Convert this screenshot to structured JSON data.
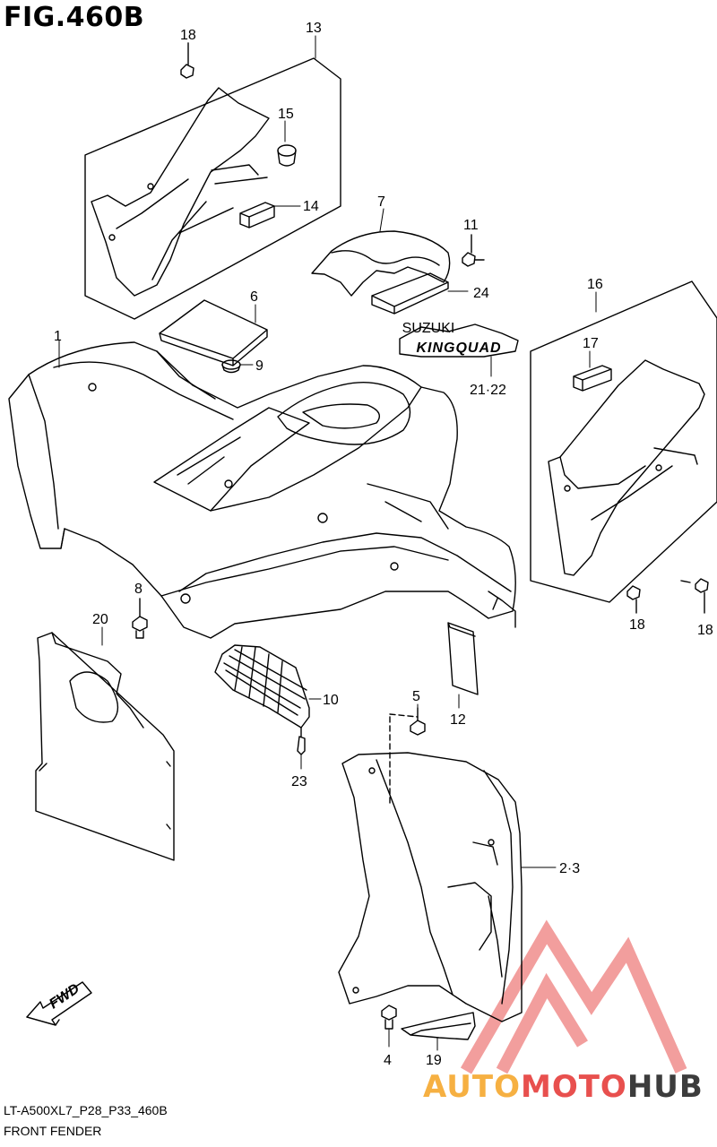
{
  "figure": {
    "title": "FIG.460B"
  },
  "footer": {
    "code": "LT-A500XL7_P28_P33_460B",
    "name": "FRONT FENDER"
  },
  "badge": {
    "text": "KINGQUAD",
    "small_text": "SUZUKI"
  },
  "fwd_label": "FWD",
  "watermark": {
    "part1": "AUTO",
    "part2": "MOTO",
    "part3": "HUB"
  },
  "callouts": {
    "c1": "1",
    "c2_3": "2·3",
    "c4": "4",
    "c5": "5",
    "c6": "6",
    "c7": "7",
    "c8": "8",
    "c9": "9",
    "c10": "10",
    "c11": "11",
    "c12": "12",
    "c13": "13",
    "c14": "14",
    "c15": "15",
    "c16": "16",
    "c17": "17",
    "c18a": "18",
    "c18b": "18",
    "c18c": "18",
    "c19": "19",
    "c20": "20",
    "c21_22": "21·22",
    "c23": "23",
    "c24": "24"
  },
  "colors": {
    "line": "#000000",
    "watermark_red": "#e8504e",
    "watermark_orange": "#f6b042"
  }
}
